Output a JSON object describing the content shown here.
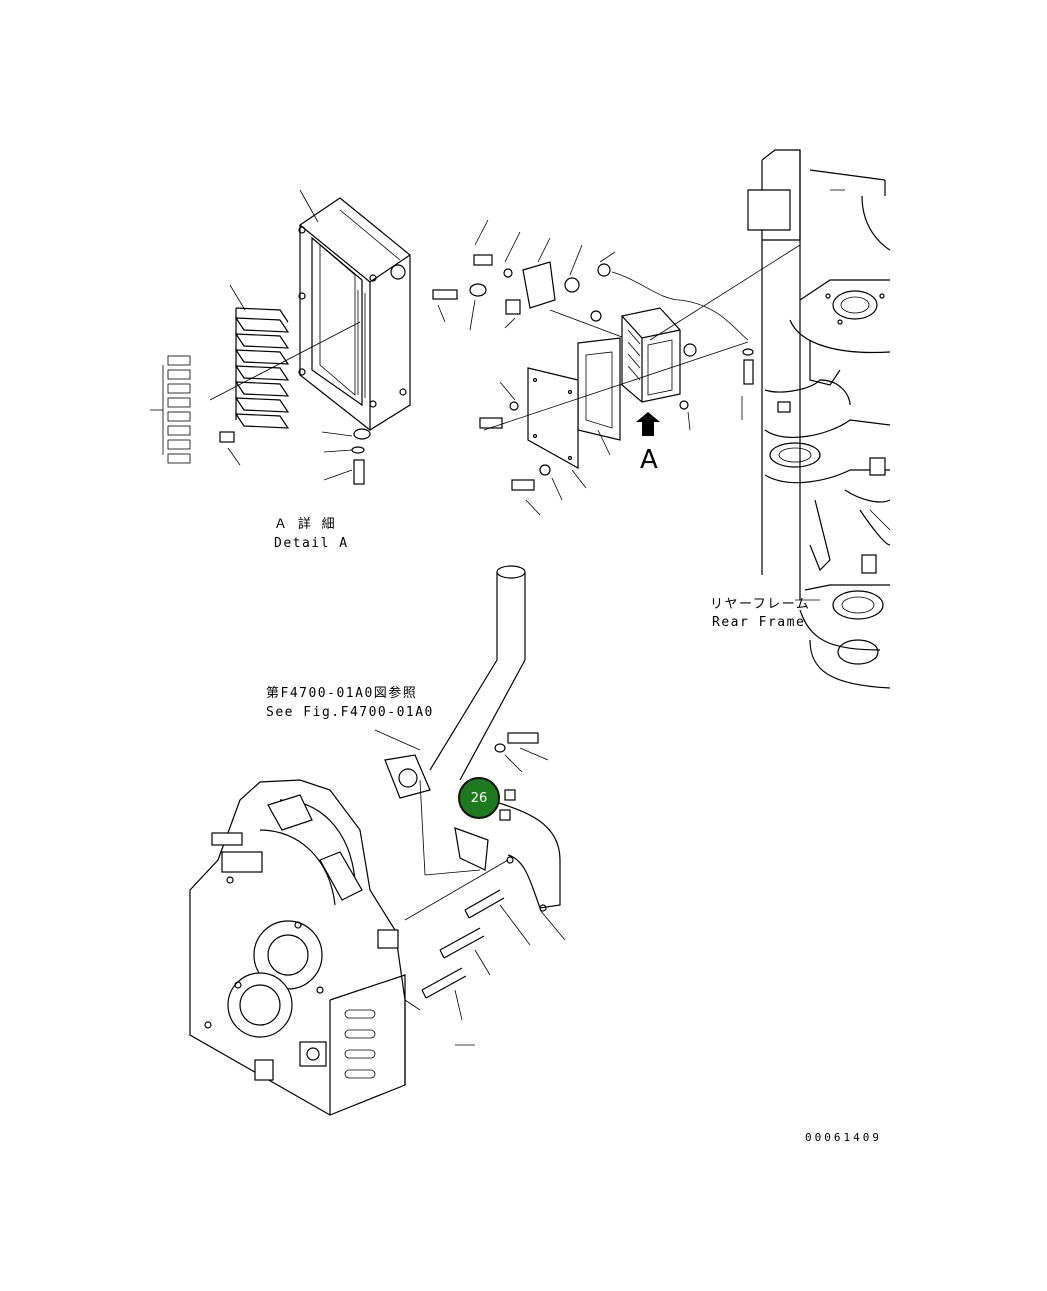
{
  "detail_a": {
    "label_jp": "Ａ 詳 細",
    "label_en": "Detail A"
  },
  "arrow_label": "A",
  "rear_frame": {
    "label_jp": "リヤーフレーム",
    "label_en": "Rear Frame"
  },
  "see_fig": {
    "label_jp": "第F4700-01A0図参照",
    "label_en": "See Fig.F4700-01A0"
  },
  "callout": {
    "number": "26",
    "color": "#1e7a1e"
  },
  "drawing_number": "00061409"
}
